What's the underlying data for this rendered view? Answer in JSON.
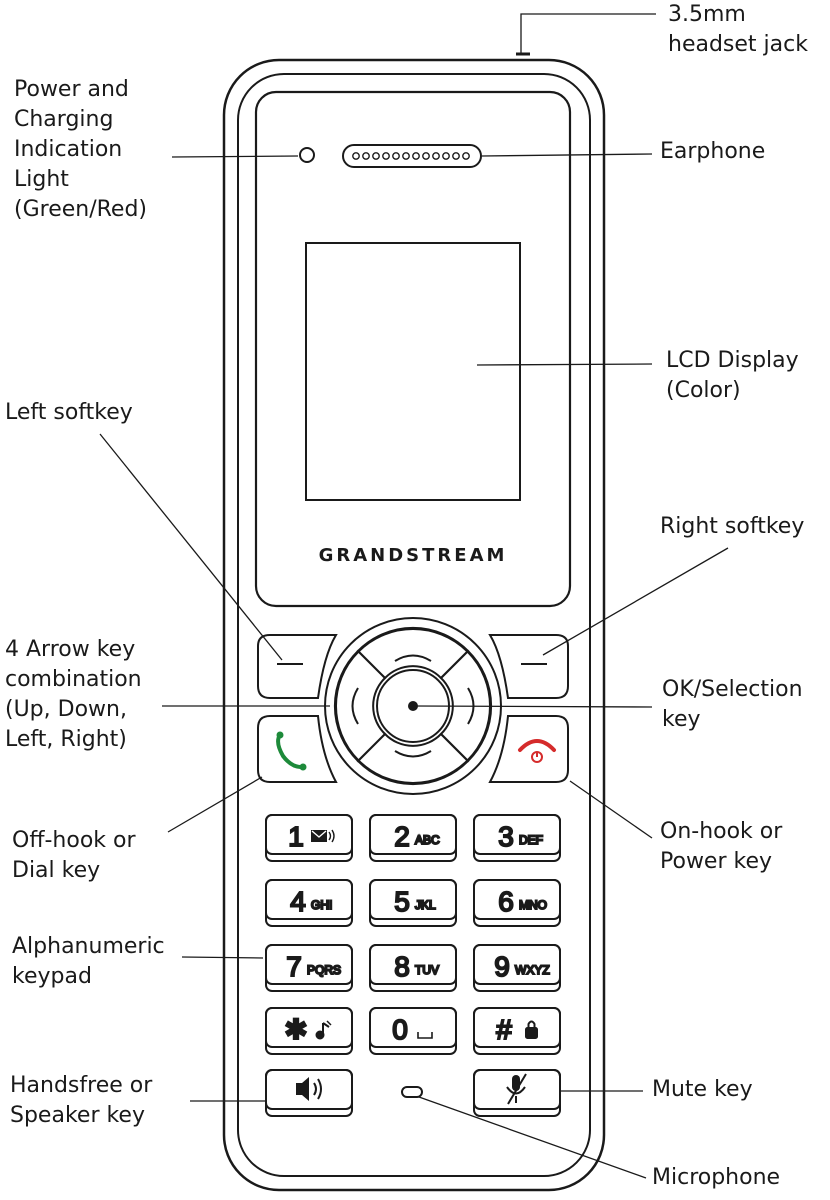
{
  "brand": "GRANDSTREAM",
  "colors": {
    "dial": "#1d8a3a",
    "hangup": "#d52b2b",
    "line": "#1a1a1a"
  },
  "labels": {
    "headset_jack": [
      "3.5mm",
      "headset jack"
    ],
    "power_light": [
      "Power and",
      "Charging",
      "Indication",
      "Light",
      "(Green/Red)"
    ],
    "earphone": [
      "Earphone"
    ],
    "lcd": [
      "LCD Display",
      "(Color)"
    ],
    "left_softkey": [
      "Left softkey"
    ],
    "right_softkey": [
      "Right softkey"
    ],
    "arrow_keys": [
      "4 Arrow key",
      "combination",
      "(Up, Down,",
      "Left, Right)"
    ],
    "ok_key": [
      "OK/Selection",
      "key"
    ],
    "offhook_key": [
      "Off-hook or",
      "Dial key"
    ],
    "onhook_key": [
      "On-hook or",
      "Power key"
    ],
    "keypad": [
      "Alphanumeric",
      "keypad"
    ],
    "handsfree": [
      "Handsfree or",
      "Speaker key"
    ],
    "mute": [
      "Mute key"
    ],
    "microphone": [
      "Microphone"
    ]
  },
  "keys": [
    {
      "digit": "1",
      "sub": "",
      "icon": "voicemail-icon"
    },
    {
      "digit": "2",
      "sub": "ABC",
      "icon": ""
    },
    {
      "digit": "3",
      "sub": "DEF",
      "icon": ""
    },
    {
      "digit": "4",
      "sub": "GHI",
      "icon": ""
    },
    {
      "digit": "5",
      "sub": "JKL",
      "icon": ""
    },
    {
      "digit": "6",
      "sub": "MNO",
      "icon": ""
    },
    {
      "digit": "7",
      "sub": "PQRS",
      "icon": ""
    },
    {
      "digit": "8",
      "sub": "TUV",
      "icon": ""
    },
    {
      "digit": "9",
      "sub": "WXYZ",
      "icon": ""
    },
    {
      "digit": "✱",
      "sub": "",
      "icon": "ringtone-icon"
    },
    {
      "digit": "0",
      "sub": "",
      "icon": "space-icon"
    },
    {
      "digit": "#",
      "sub": "",
      "icon": "lock-icon"
    }
  ]
}
